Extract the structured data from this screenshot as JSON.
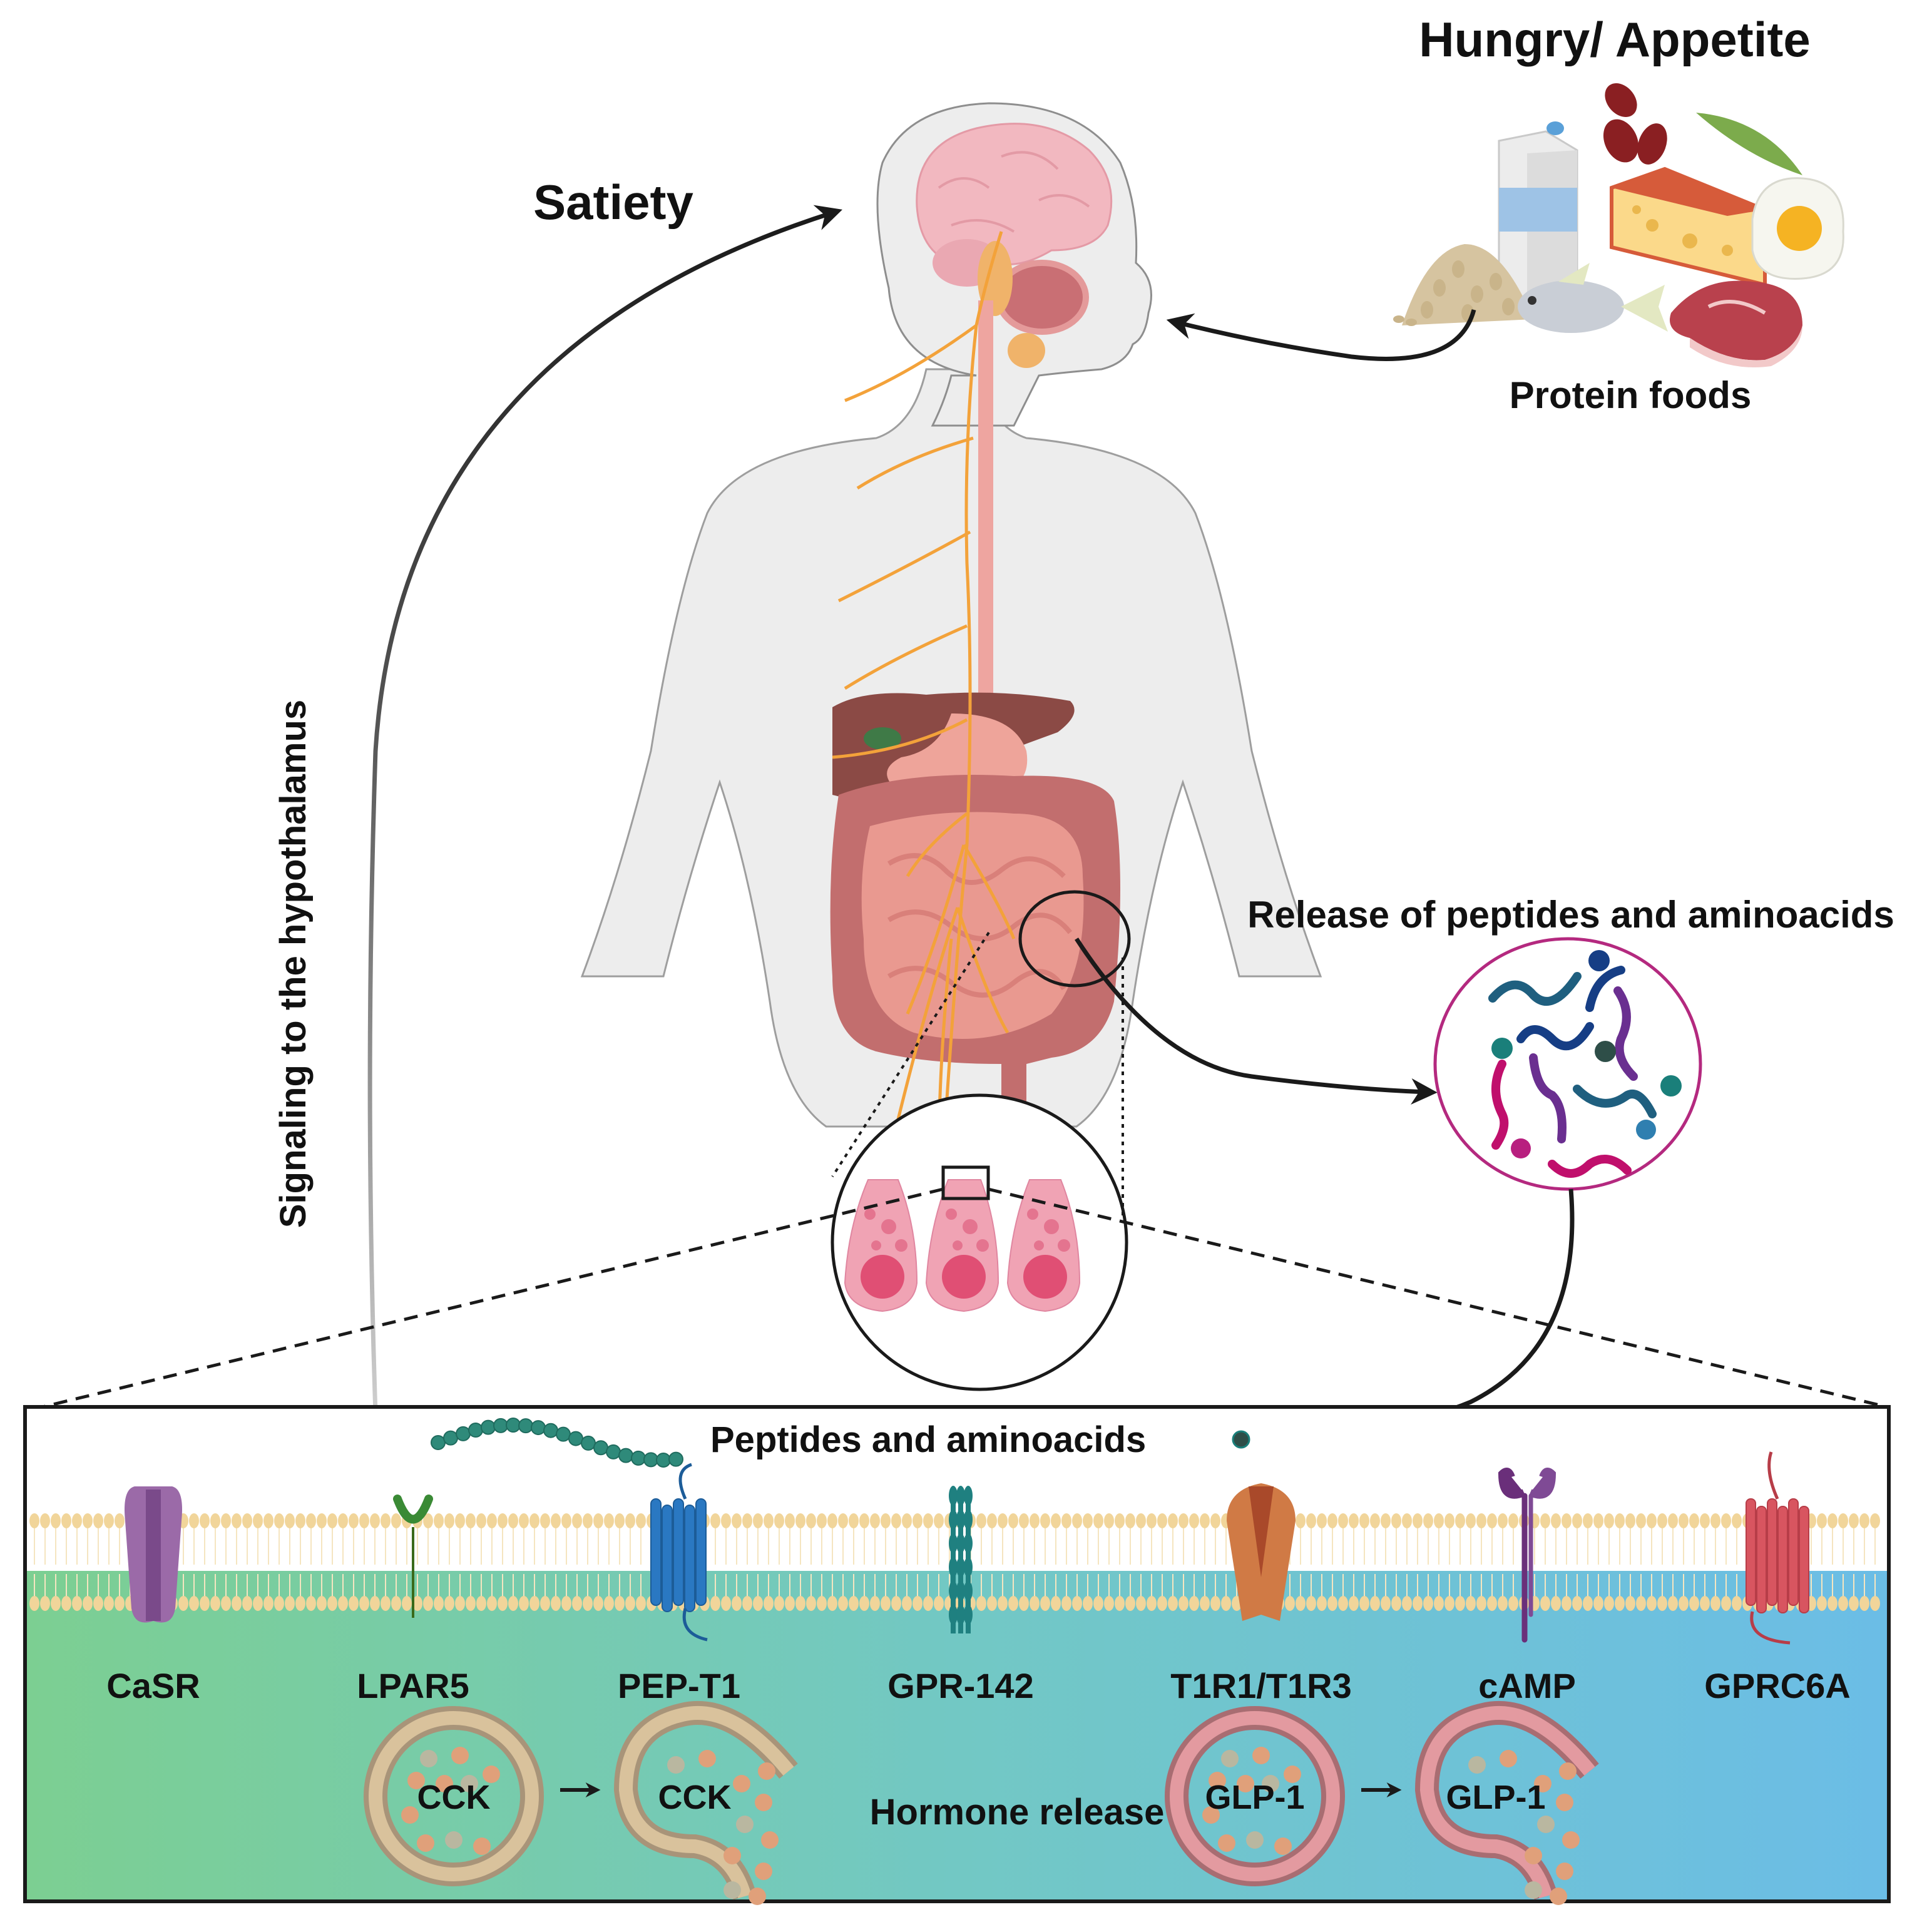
{
  "title_top_right": "Hungry/ Appetite",
  "food_caption": "Protein foods",
  "satiety_label": "Satiety",
  "signaling_label": "Signaling to the hypothalamus",
  "release_label": "Release of peptides and aminoacids",
  "panel": {
    "peptides_label": "Peptides and aminoacids",
    "hormone_release_label": "Hormone release",
    "receptors": [
      {
        "name": "CaSR",
        "color": "#9b6aa8"
      },
      {
        "name": "LPAR5",
        "color": "#3a8a35"
      },
      {
        "name": "PEP-T1",
        "color": "#2a78c2"
      },
      {
        "name": "GPR-142",
        "color": "#1f8080"
      },
      {
        "name": "T1R1/T1R3",
        "color": "#d07a45"
      },
      {
        "name": "cAMP",
        "color": "#6a2f7a"
      },
      {
        "name": "GPRC6A",
        "color": "#d85560"
      }
    ],
    "vesicles": [
      {
        "label": "CCK",
        "state": "intact",
        "color": "#d9c29c"
      },
      {
        "label": "CCK",
        "state": "releasing",
        "color": "#d9c29c"
      },
      {
        "label": "GLP-1",
        "state": "intact",
        "color": "#e39aa0"
      },
      {
        "label": "GLP-1",
        "state": "releasing",
        "color": "#e39aa0"
      }
    ],
    "gradient": {
      "left": "#7ccf92",
      "mid": "#72c8c4",
      "right": "#6bbde6"
    }
  },
  "foods": [
    "milk-carton",
    "kidney-beans",
    "pea-pod",
    "cheese",
    "fried-egg",
    "oats",
    "fish",
    "steak"
  ],
  "colors": {
    "nerve": "#f3a23a",
    "body": "#ededed",
    "brain": "#f2b8c0",
    "intestine": "#d98a85",
    "colon": "#c26e6e",
    "cell": "#f0a3b4",
    "nucleus": "#e04f74",
    "membrane_head": "#f1d59a"
  }
}
